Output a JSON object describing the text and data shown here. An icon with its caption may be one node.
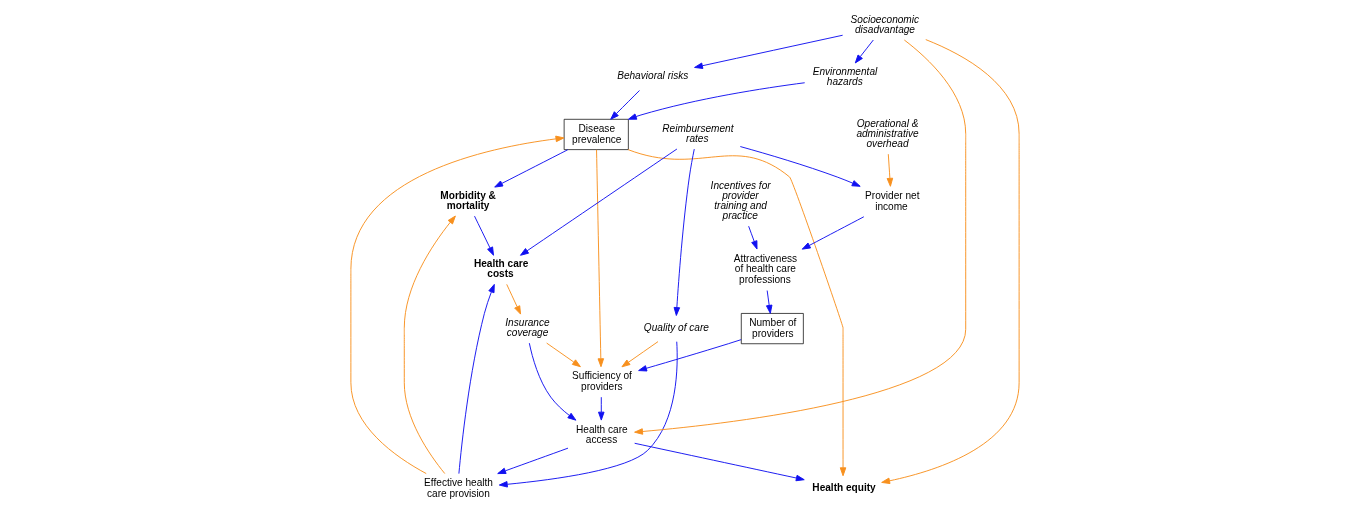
{
  "diagram": {
    "nodes": [
      {
        "text": [
          "Environmental hazards"
        ]
      },
      {
        "text": [
          "Disease prevalence"
        ]
      },
      {
        "text": [
          "Morbidity & mortality"
        ]
      },
      {
        "text": [
          "Health care costs"
        ]
      },
      {
        "text": [
          "Reimbursement rates"
        ]
      },
      {
        "text": [
          "Behavioral risks"
        ]
      },
      {
        "text": [
          "Operational & administrative overhead"
        ]
      },
      {
        "text": [
          "Effective health care provision"
        ]
      },
      {
        "text": [
          "Quality of care"
        ]
      },
      {
        "text": [
          "Socioeconomic disadvantage"
        ]
      },
      {
        "text": [
          "Insurance coverage"
        ]
      },
      {
        "text": [
          "Provider net income"
        ]
      },
      {
        "text": [
          "Incentives for provider training and practice"
        ]
      },
      {
        "text": [
          "Health care access"
        ]
      },
      {
        "text": [
          "Attractiveness of health care professions"
        ]
      },
      {
        "text": [
          "Health equity"
        ]
      },
      {
        "text": [
          "Sufficiency of providers"
        ]
      },
      {
        "text": [
          "Number of providers"
        ]
      }
    ],
    "edges": [
      {
        "from": 0,
        "to": 1,
        "arrow": "to"
      },
      {
        "from": 5,
        "to": 1,
        "arrow": "to"
      },
      {
        "from": 1,
        "to": 2,
        "arrow": "to"
      },
      {
        "from": 2,
        "to": 3,
        "arrow": "to"
      },
      {
        "from": 4,
        "to": 3,
        "arrow": "to"
      },
      {
        "from": 9,
        "to": 0,
        "arrow": "to"
      },
      {
        "from": 9,
        "to": 5,
        "arrow": "to"
      },
      {
        "from": 7,
        "to": 1,
        "arrow": "to",
        "color": "#f7901e"
      },
      {
        "from": 7,
        "to": 2,
        "arrow": "to",
        "color": "#f7901e"
      },
      {
        "from": 7,
        "to": 3,
        "arrow": "to"
      },
      {
        "from": 8,
        "to": 7,
        "arrow": "to"
      },
      {
        "from": 4,
        "to": 8,
        "arrow": "to"
      },
      {
        "from": 4,
        "to": 11,
        "arrow": "to"
      },
      {
        "from": 6,
        "to": 11,
        "arrow": "to",
        "color": "#f7901e"
      },
      {
        "from": 3,
        "to": 10,
        "arrow": "to",
        "color": "#f7901e"
      },
      {
        "from": 10,
        "to": 13,
        "arrow": "to"
      },
      {
        "from": 13,
        "to": 7,
        "arrow": "to"
      },
      {
        "from": 9,
        "to": 13,
        "arrow": "to",
        "color": "#f7901e"
      },
      {
        "from": 9,
        "to": 15,
        "arrow": "to",
        "color": "#f7901e"
      },
      {
        "from": 1,
        "to": 15,
        "arrow": "to",
        "color": "#f7901e"
      },
      {
        "from": 1,
        "to": 16,
        "arrow": "to",
        "color": "#f7901e"
      },
      {
        "from": 13,
        "to": 15,
        "arrow": "to"
      },
      {
        "from": 16,
        "to": 13,
        "arrow": "to"
      },
      {
        "from": 10,
        "to": 16,
        "arrow": "to",
        "color": "#f7901e"
      },
      {
        "from": 8,
        "to": 16,
        "arrow": "to",
        "color": "#f7901e"
      },
      {
        "from": 11,
        "to": 14,
        "arrow": "to"
      },
      {
        "from": 12,
        "to": 14,
        "arrow": "to"
      },
      {
        "from": 14,
        "to": 17,
        "arrow": "to"
      },
      {
        "from": 17,
        "to": 16,
        "arrow": "to"
      }
    ]
  }
}
